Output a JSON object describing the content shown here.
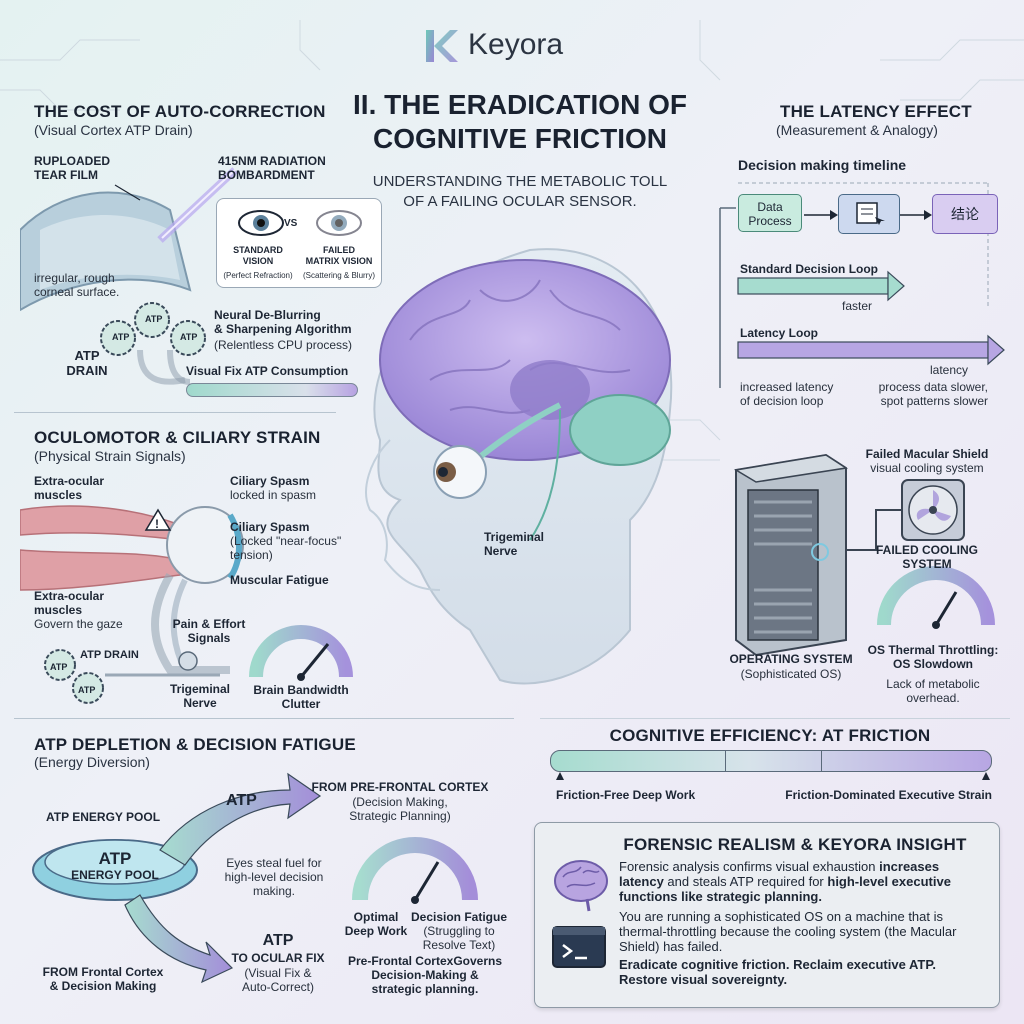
{
  "brand": {
    "name": "Keyora"
  },
  "title": {
    "line1": "II. THE ERADICATION OF",
    "line2": "COGNITIVE FRICTION",
    "subtitle_line1": "UNDERSTANDING THE METABOLIC TOLL",
    "subtitle_line2": "OF A FAILING OCULAR SENSOR."
  },
  "cost": {
    "heading": "THE COST OF AUTO-CORRECTION",
    "subheading": "(Visual Cortex ATP Drain)",
    "tear_film": "RUPLOADED\nTEAR FILM",
    "radiation": "415NM RADIATION\nBOMBARDMENT",
    "corneal": "irregular, rough\ncorneal surface.",
    "vs": "VS",
    "standard_vision": "STANDARD\nVISION",
    "standard_note": "(Perfect Refraction)",
    "failed_vision": "FAILED\nMATRIX VISION",
    "failed_note": "(Scattering & Blurry)",
    "neural": "Neural De-Blurring\n& Sharpening Algorithm",
    "neural_note": "(Relentless CPU process)",
    "atp_drain": "ATP\nDRAIN",
    "atp_gear": "ATP",
    "visual_fix": "Visual Fix ATP Consumption"
  },
  "oculomotor": {
    "heading": "OCULOMOTOR & CILIARY STRAIN",
    "subheading": "(Physical Strain Signals)",
    "extra1": "Extra-ocular\nmuscles",
    "spasm1": "Ciliary Spasm",
    "spasm1_note": "locked in spasm",
    "spasm2": "Ciliary Spasm",
    "spasm2_note": "(Locked \"near-focus\"\ntension)",
    "fatigue": "Muscular Fatigue",
    "extra2": "Extra-ocular\nmuscles",
    "extra2_note": "Govern the gaze",
    "pain": "Pain & Effort\nSignals",
    "atp_drain": "ATP DRAIN",
    "atp_gear": "ATP",
    "trigeminal": "Trigeminal\nNerve",
    "bandwidth": "Brain Bandwidth\nClutter"
  },
  "center": {
    "trigeminal": "Trigeminal\nNerve"
  },
  "latency": {
    "heading": "THE LATENCY EFFECT",
    "subheading": "(Measurement & Analogy)",
    "timeline": "Decision making timeline",
    "box1": "Data\nProcess",
    "box3": "结论",
    "standard_loop": "Standard Decision Loop",
    "faster": "faster",
    "latency_loop": "Latency Loop",
    "latency": "latency",
    "increased": "increased latency\nof decision loop",
    "process": "process data slower,\nspot patterns slower"
  },
  "system": {
    "shield": "Failed Macular Shield",
    "shield_note": "visual cooling system",
    "cooling": "FAILED COOLING\nSYSTEM",
    "os": "OPERATING SYSTEM",
    "os_note": "(Sophisticated OS)",
    "throttle": "OS Thermal Throttling:\nOS Slowdown",
    "throttle_note": "Lack of metabolic\noverhead."
  },
  "atp_section": {
    "heading": "ATP DEPLETION & DECISION FATIGUE",
    "subheading": "(Energy Diversion)",
    "pool_label": "ATP ENERGY POOL",
    "pool_atp": "ATP",
    "pool_name": "ENERGY POOL",
    "arrow_atp": "ATP",
    "from_pfc": "FROM PRE-FRONTAL CORTEX",
    "from_pfc_note": "(Decision Making,\nStrategic Planning)",
    "eyes": "Eyes steal fuel for\nhigh-level decision\nmaking.",
    "to_atp": "ATP",
    "to_ocular": "TO OCULAR FIX",
    "to_ocular_note": "(Visual Fix &\nAuto-Correct)",
    "from_frontal": "FROM Frontal Cortex\n& Decision Making",
    "optimal": "Optimal\nDeep Work",
    "decision_fatigue": "Decision Fatigue",
    "decision_note": "(Struggling to\nResolve Text)",
    "pfc_governs": "Pre-Frontal CortexGoverns\nDecision-Making &\nstrategic planning."
  },
  "efficiency": {
    "heading": "COGNITIVE EFFICIENCY: AT FRICTION",
    "left": "Friction-Free Deep Work",
    "right": "Friction-Dominated Executive Strain"
  },
  "insight": {
    "heading": "FORENSIC REALISM & KEYORA INSIGHT",
    "p1_a": "Forensic analysis confirms visual exhaustion ",
    "p1_b": "increases latency",
    "p1_c": " and steals ATP required for ",
    "p1_d": "high-level executive functions like strategic planning.",
    "p2": "You are running a sophisticated OS on a machine that is thermal-throttling because the cooling system (the Macular Shield) has failed.",
    "p3": "Eradicate cognitive friction. Reclaim executive ATP. Restore visual sovereignty."
  },
  "colors": {
    "teal": "#7fd0c0",
    "purple": "#9b86d6",
    "dark": "#1d2634",
    "brain": "#b8a4e0"
  }
}
